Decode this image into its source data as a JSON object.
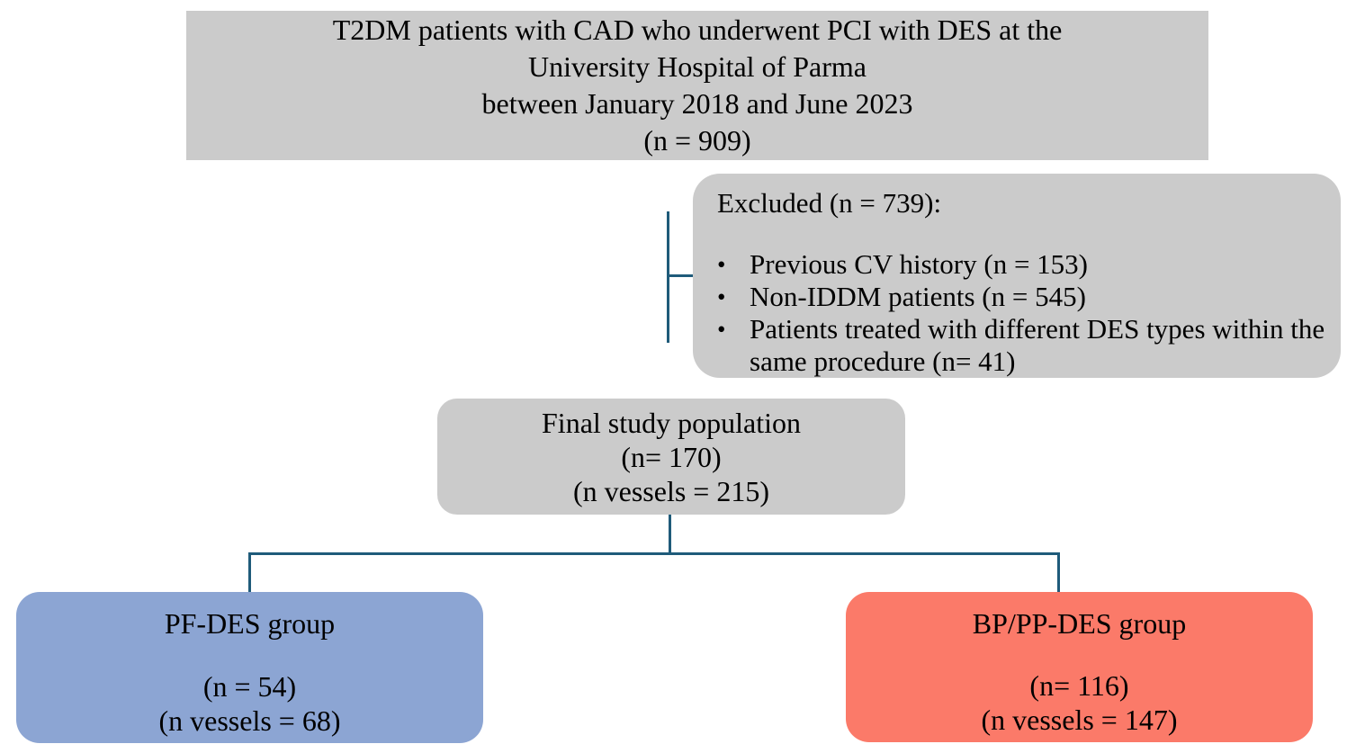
{
  "colors": {
    "box_gray": "#CBCBCB",
    "box_blue": "#8CA5D3",
    "box_salmon": "#FB7A69",
    "connector": "#1F5B7A",
    "text": "#000000",
    "background": "#FFFFFF"
  },
  "top_box": {
    "lines": [
      "T2DM patients with CAD who underwent PCI with DES at the",
      "University Hospital of Parma",
      "between January 2018 and June 2023",
      "(n = 909)"
    ]
  },
  "excluded_box": {
    "title": "Excluded (n = 739):",
    "bullet_icon": "•",
    "bullets": [
      "Previous CV history (n = 153)",
      "Non-IDDM patients (n = 545)",
      "Patients treated with different DES types within the same procedure (n= 41)"
    ]
  },
  "final_box": {
    "lines": [
      "Final study population",
      "(n= 170)",
      "(n vessels = 215)"
    ]
  },
  "pf_des_box": {
    "title": "PF-DES group",
    "lines": [
      "(n = 54)",
      "(n vessels = 68)"
    ]
  },
  "bp_pp_des_box": {
    "title": "BP/PP-DES group",
    "lines": [
      "(n= 116)",
      "(n vessels = 147)"
    ]
  }
}
